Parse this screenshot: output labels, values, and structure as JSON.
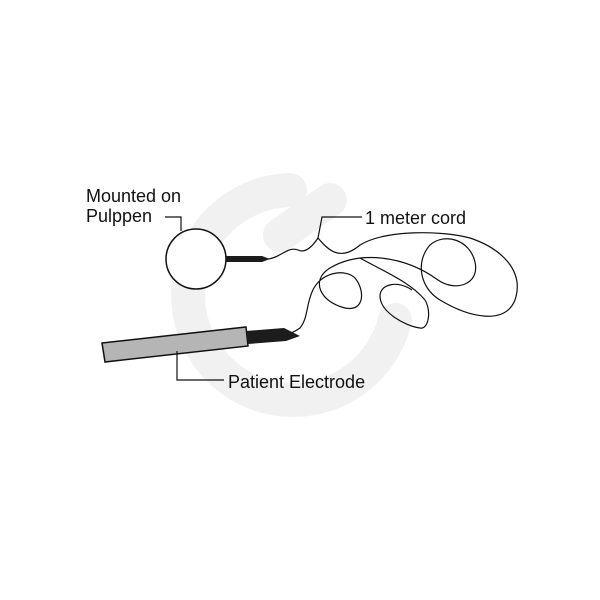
{
  "labels": {
    "mounted_on_line1": "Mounted on",
    "mounted_on_line2": "Pulppen",
    "cord": "1 meter cord",
    "electrode": "Patient Electrode"
  },
  "colors": {
    "line": "#111111",
    "electrode_fill": "#b5b5b5",
    "tip_fill": "#1c1c1c",
    "watermark": "#f1f1f1"
  }
}
